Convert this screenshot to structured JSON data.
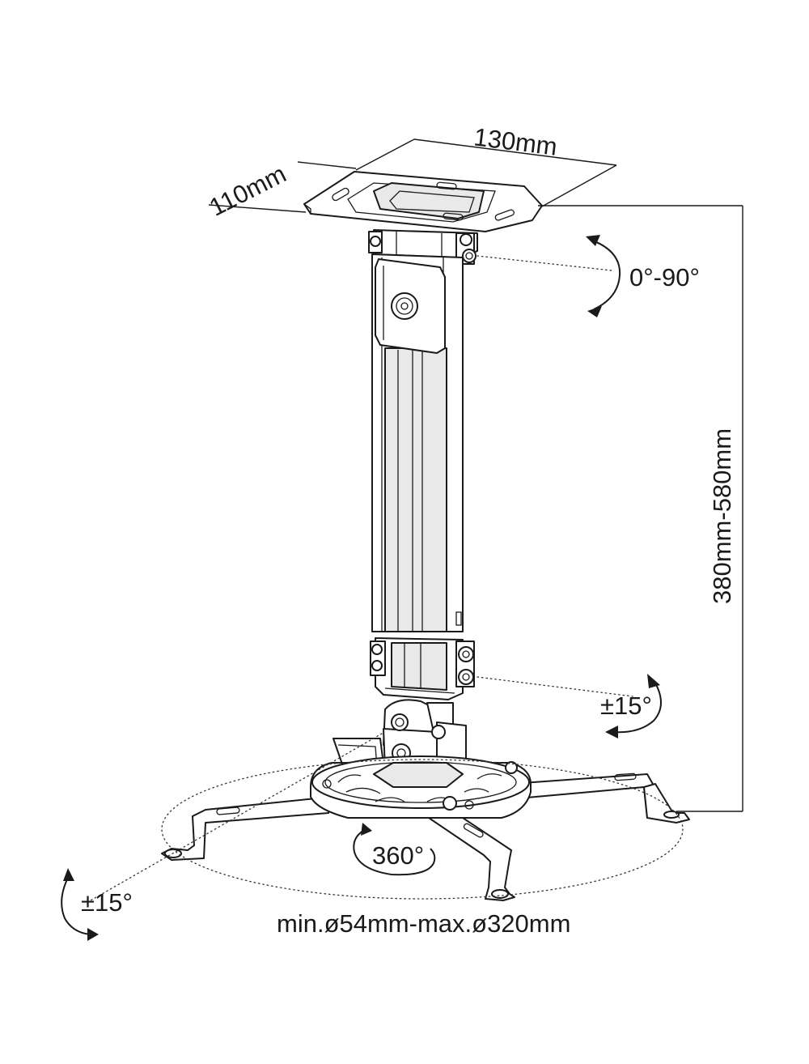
{
  "diagram": {
    "labels": {
      "plate_width": "130mm",
      "plate_depth": "110mm",
      "tilt_top": "0°-90°",
      "height_range": "380mm-580mm",
      "tilt_bottom": "±15°",
      "rotation": "360°",
      "swivel": "±15°",
      "mount_diameter": "min.ø54mm-max.ø320mm"
    },
    "colors": {
      "line": "#1a1a1a",
      "fill": "#ffffff",
      "shade": "#e9e9e9"
    }
  }
}
